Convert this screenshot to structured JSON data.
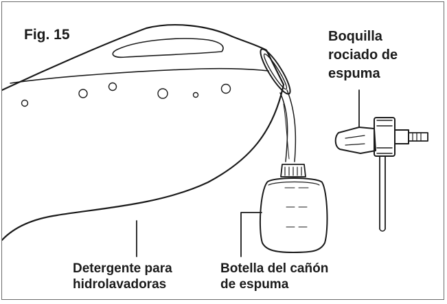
{
  "figure_label": "Fig. 15",
  "labels": {
    "nozzle": {
      "line1": "Boquilla",
      "line2": "rociado de",
      "line3": "espuma"
    },
    "detergent": {
      "line1": "Detergente para",
      "line2": "hidrolavadoras"
    },
    "bottle": {
      "line1": "Botella del cañón",
      "line2": "de espuma"
    }
  },
  "colors": {
    "line": "#1a1a1a",
    "border": "#6a6a6a",
    "background": "#ffffff"
  },
  "icons": [
    "detergent-jug",
    "foam-cannon-bottle",
    "foam-spray-nozzle",
    "pouring-stream"
  ]
}
